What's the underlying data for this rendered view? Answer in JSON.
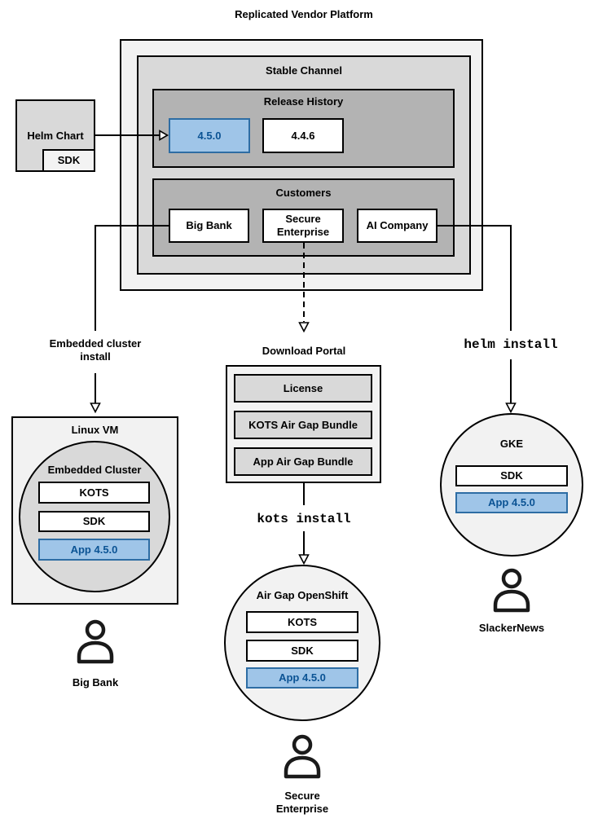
{
  "title": "Replicated Vendor Platform",
  "colors": {
    "highlight_fill": "#9fc5e8",
    "highlight_border": "#2e6da4",
    "highlight_text": "#0b5394"
  },
  "platform": {
    "stable_channel": {
      "label": "Stable Channel",
      "release_history": {
        "label": "Release History",
        "releases": [
          {
            "version": "4.5.0",
            "highlighted": true
          },
          {
            "version": "4.4.6",
            "highlighted": false
          }
        ]
      },
      "customers": {
        "label": "Customers",
        "items": [
          {
            "name": "Big Bank"
          },
          {
            "name": "Secure Enterprise"
          },
          {
            "name": "AI Company"
          }
        ]
      }
    }
  },
  "helm_chart": {
    "label": "Helm Chart",
    "sdk": "SDK"
  },
  "install_methods": {
    "embedded": {
      "label": "Embedded cluster install"
    },
    "kots": {
      "label": "kots install"
    },
    "helm": {
      "label": "helm install"
    }
  },
  "download_portal": {
    "label": "Download Portal",
    "items": [
      {
        "name": "License"
      },
      {
        "name": "KOTS Air Gap Bundle"
      },
      {
        "name": "App Air Gap Bundle"
      }
    ]
  },
  "deployments": {
    "linux_vm": {
      "label": "Linux VM",
      "cluster_label": "Embedded Cluster",
      "components": [
        {
          "name": "KOTS"
        },
        {
          "name": "SDK"
        }
      ],
      "app": {
        "name": "App 4.5.0"
      },
      "user": {
        "name": "Big Bank"
      }
    },
    "openshift": {
      "label": "Air Gap OpenShift",
      "components": [
        {
          "name": "KOTS"
        },
        {
          "name": "SDK"
        }
      ],
      "app": {
        "name": "App 4.5.0"
      },
      "user": {
        "name": "Secure Enterprise"
      }
    },
    "gke": {
      "label": "GKE",
      "components": [
        {
          "name": "SDK"
        }
      ],
      "app": {
        "name": "App 4.5.0"
      },
      "user": {
        "name": "SlackerNews"
      }
    }
  }
}
